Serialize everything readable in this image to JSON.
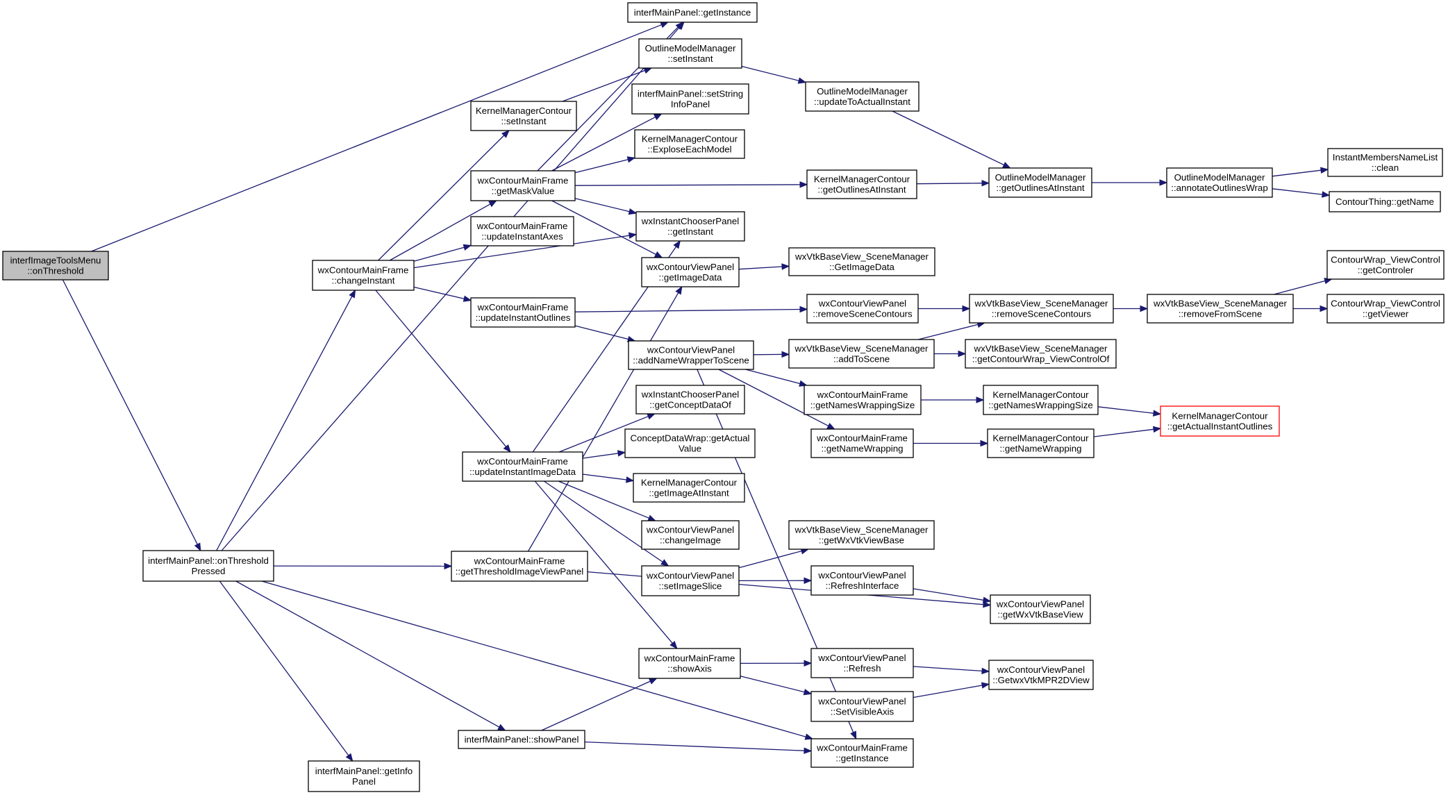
{
  "nodes": [
    {
      "id": "iitm_onthreshold",
      "lines": [
        "interfImageToolsMenu",
        "::onThreshold"
      ],
      "style": "root"
    },
    {
      "id": "imp_getinstance",
      "lines": [
        "interfMainPanel::getInstance"
      ]
    },
    {
      "id": "imp_onthresholdpressed",
      "lines": [
        "interfMainPanel::onThreshold",
        "Pressed"
      ]
    },
    {
      "id": "imp_getinfopanel",
      "lines": [
        "interfMainPanel::getInfo",
        "Panel"
      ]
    },
    {
      "id": "imp_showpanel",
      "lines": [
        "interfMainPanel::showPanel"
      ]
    },
    {
      "id": "imp_setstringinfopanel",
      "lines": [
        "interfMainPanel::setString",
        "InfoPanel"
      ]
    },
    {
      "id": "kmc_setinstant",
      "lines": [
        "KernelManagerContour",
        "::setInstant"
      ]
    },
    {
      "id": "kmc_exploseeachmodel",
      "lines": [
        "KernelManagerContour",
        "::ExploseEachModel"
      ]
    },
    {
      "id": "kmc_getoutlinesatinstant",
      "lines": [
        "KernelManagerContour",
        "::getOutlinesAtInstant"
      ]
    },
    {
      "id": "kmc_getnameswrappingsize",
      "lines": [
        "KernelManagerContour",
        "::getNamesWrappingSize"
      ]
    },
    {
      "id": "kmc_getnamewrapping",
      "lines": [
        "KernelManagerContour",
        "::getNameWrapping"
      ]
    },
    {
      "id": "kmc_getactualinstantoutlines",
      "lines": [
        "KernelManagerContour",
        "::getActualInstantOutlines"
      ],
      "style": "trunc"
    },
    {
      "id": "kmc_getimageatinstant",
      "lines": [
        "KernelManagerContour",
        "::getImageAtInstant"
      ]
    },
    {
      "id": "omm_setinstant",
      "lines": [
        "OutlineModelManager",
        "::setInstant"
      ]
    },
    {
      "id": "omm_updatetoactualinstant",
      "lines": [
        "OutlineModelManager",
        "::updateToActualInstant"
      ]
    },
    {
      "id": "omm_getoutlinesatinstant",
      "lines": [
        "OutlineModelManager",
        "::getOutlinesAtInstant"
      ]
    },
    {
      "id": "omm_annotateoutlineswrap",
      "lines": [
        "OutlineModelManager",
        "::annotateOutlinesWrap"
      ]
    },
    {
      "id": "imnl_clean",
      "lines": [
        "InstantMembersNameList",
        "::clean"
      ]
    },
    {
      "id": "ct_getname",
      "lines": [
        "ContourThing::getName"
      ]
    },
    {
      "id": "cmf_getmaskvalue",
      "lines": [
        "wxContourMainFrame",
        "::getMaskValue"
      ]
    },
    {
      "id": "cmf_updateinstantaxes",
      "lines": [
        "wxContourMainFrame",
        "::updateInstantAxes"
      ]
    },
    {
      "id": "cmf_changeinstant",
      "lines": [
        "wxContourMainFrame",
        "::changeInstant"
      ]
    },
    {
      "id": "cmf_updateinstantoutlines",
      "lines": [
        "wxContourMainFrame",
        "::updateInstantOutlines"
      ]
    },
    {
      "id": "cmf_updateinstantimagedata",
      "lines": [
        "wxContourMainFrame",
        "::updateInstantImageData"
      ]
    },
    {
      "id": "cmf_getthresholdimageviewpanel",
      "lines": [
        "wxContourMainFrame",
        "::getThresholdImageViewPanel"
      ]
    },
    {
      "id": "cmf_showaxis",
      "lines": [
        "wxContourMainFrame",
        "::showAxis"
      ]
    },
    {
      "id": "cmf_getinstance",
      "lines": [
        "wxContourMainFrame",
        "::getInstance"
      ]
    },
    {
      "id": "cmf_getnameswrappingsize",
      "lines": [
        "wxContourMainFrame",
        "::getNamesWrappingSize"
      ]
    },
    {
      "id": "cmf_getnamewrapping",
      "lines": [
        "wxContourMainFrame",
        "::getNameWrapping"
      ]
    },
    {
      "id": "icp_getinstant",
      "lines": [
        "wxInstantChooserPanel",
        "::getInstant"
      ]
    },
    {
      "id": "icp_getconceptdataof",
      "lines": [
        "wxInstantChooserPanel",
        "::getConceptDataOf"
      ]
    },
    {
      "id": "cdw_getactualvalue",
      "lines": [
        "ConceptDataWrap::getActual",
        "Value"
      ]
    },
    {
      "id": "cvp_getimagedata",
      "lines": [
        "wxContourViewPanel",
        "::getImageData"
      ]
    },
    {
      "id": "cvp_removescenecontours",
      "lines": [
        "wxContourViewPanel",
        "::removeSceneContours"
      ]
    },
    {
      "id": "cvp_addnamewrappertoscene",
      "lines": [
        "wxContourViewPanel",
        "::addNameWrapperToScene"
      ]
    },
    {
      "id": "cvp_changeimage",
      "lines": [
        "wxContourViewPanel",
        "::changeImage"
      ]
    },
    {
      "id": "cvp_setimageslice",
      "lines": [
        "wxContourViewPanel",
        "::setImageSlice"
      ]
    },
    {
      "id": "cvp_refreshinterface",
      "lines": [
        "wxContourViewPanel",
        "::RefreshInterface"
      ]
    },
    {
      "id": "cvp_getwxvtkbaseview",
      "lines": [
        "wxContourViewPanel",
        "::getWxVtkBaseView"
      ]
    },
    {
      "id": "cvp_refresh",
      "lines": [
        "wxContourViewPanel",
        "::Refresh"
      ]
    },
    {
      "id": "cvp_setvisibleaxis",
      "lines": [
        "wxContourViewPanel",
        "::SetVisibleAxis"
      ]
    },
    {
      "id": "cvp_getwxvtkmpr2dview",
      "lines": [
        "wxContourViewPanel",
        "::GetwxVtkMPR2DView"
      ]
    },
    {
      "id": "vbsm_getimagedata",
      "lines": [
        "wxVtkBaseView_SceneManager",
        "::GetImageData"
      ]
    },
    {
      "id": "vbsm_removescenecontours",
      "lines": [
        "wxVtkBaseView_SceneManager",
        "::removeSceneContours"
      ]
    },
    {
      "id": "vbsm_removefromscene",
      "lines": [
        "wxVtkBaseView_SceneManager",
        "::removeFromScene"
      ]
    },
    {
      "id": "vbsm_addtoscene",
      "lines": [
        "wxVtkBaseView_SceneManager",
        "::addToScene"
      ]
    },
    {
      "id": "vbsm_getcontourwrapviewcontrolof",
      "lines": [
        "wxVtkBaseView_SceneManager",
        "::getContourWrap_ViewControlOf"
      ]
    },
    {
      "id": "vbsm_getwxvtkviewbase",
      "lines": [
        "wxVtkBaseView_SceneManager",
        "::getWxVtkViewBase"
      ]
    },
    {
      "id": "cwvc_getcontroler",
      "lines": [
        "ContourWrap_ViewControl",
        "::getControler"
      ]
    },
    {
      "id": "cwvc_getviewer",
      "lines": [
        "ContourWrap_ViewControl",
        "::getViewer"
      ]
    }
  ],
  "edges": [
    [
      "iitm_onthreshold",
      "imp_getinstance"
    ],
    [
      "iitm_onthreshold",
      "imp_onthresholdpressed"
    ],
    [
      "imp_onthresholdpressed",
      "imp_getinstance"
    ],
    [
      "imp_onthresholdpressed",
      "cmf_changeinstant"
    ],
    [
      "imp_onthresholdpressed",
      "cmf_getthresholdimageviewpanel"
    ],
    [
      "imp_onthresholdpressed",
      "cmf_getinstance"
    ],
    [
      "imp_onthresholdpressed",
      "imp_showpanel"
    ],
    [
      "imp_onthresholdpressed",
      "imp_getinfopanel"
    ],
    [
      "cmf_changeinstant",
      "kmc_setinstant"
    ],
    [
      "cmf_changeinstant",
      "cmf_getmaskvalue"
    ],
    [
      "cmf_changeinstant",
      "cmf_updateinstantaxes"
    ],
    [
      "cmf_changeinstant",
      "icp_getinstant"
    ],
    [
      "cmf_changeinstant",
      "cmf_updateinstantoutlines"
    ],
    [
      "cmf_changeinstant",
      "cmf_updateinstantimagedata"
    ],
    [
      "kmc_setinstant",
      "omm_setinstant"
    ],
    [
      "omm_setinstant",
      "omm_updatetoactualinstant"
    ],
    [
      "omm_updatetoactualinstant",
      "omm_getoutlinesatinstant"
    ],
    [
      "cmf_getmaskvalue",
      "imp_getinstance"
    ],
    [
      "cmf_getmaskvalue",
      "imp_setstringinfopanel"
    ],
    [
      "cmf_getmaskvalue",
      "kmc_exploseeachmodel"
    ],
    [
      "cmf_getmaskvalue",
      "kmc_getoutlinesatinstant"
    ],
    [
      "cmf_getmaskvalue",
      "icp_getinstant"
    ],
    [
      "cmf_getmaskvalue",
      "cvp_getimagedata"
    ],
    [
      "kmc_getoutlinesatinstant",
      "omm_getoutlinesatinstant"
    ],
    [
      "omm_getoutlinesatinstant",
      "omm_annotateoutlineswrap"
    ],
    [
      "omm_annotateoutlineswrap",
      "imnl_clean"
    ],
    [
      "omm_annotateoutlineswrap",
      "ct_getname"
    ],
    [
      "cvp_getimagedata",
      "vbsm_getimagedata"
    ],
    [
      "cmf_updateinstantoutlines",
      "cvp_removescenecontours"
    ],
    [
      "cmf_updateinstantoutlines",
      "cvp_addnamewrappertoscene"
    ],
    [
      "cvp_removescenecontours",
      "vbsm_removescenecontours"
    ],
    [
      "vbsm_removescenecontours",
      "vbsm_removefromscene"
    ],
    [
      "vbsm_removefromscene",
      "cwvc_getcontroler"
    ],
    [
      "vbsm_removefromscene",
      "cwvc_getviewer"
    ],
    [
      "cvp_addnamewrappertoscene",
      "vbsm_addtoscene"
    ],
    [
      "cvp_addnamewrappertoscene",
      "cmf_getnameswrappingsize"
    ],
    [
      "cvp_addnamewrappertoscene",
      "cmf_getnamewrapping"
    ],
    [
      "cvp_addnamewrappertoscene",
      "cmf_getinstance"
    ],
    [
      "vbsm_addtoscene",
      "vbsm_removescenecontours"
    ],
    [
      "vbsm_addtoscene",
      "vbsm_getcontourwrapviewcontrolof"
    ],
    [
      "cmf_getnameswrappingsize",
      "kmc_getnameswrappingsize"
    ],
    [
      "cmf_getnamewrapping",
      "kmc_getnamewrapping"
    ],
    [
      "kmc_getnameswrappingsize",
      "kmc_getactualinstantoutlines"
    ],
    [
      "kmc_getnamewrapping",
      "kmc_getactualinstantoutlines"
    ],
    [
      "cmf_updateinstantimagedata",
      "icp_getinstant"
    ],
    [
      "cmf_updateinstantimagedata",
      "icp_getconceptdataof"
    ],
    [
      "cmf_updateinstantimagedata",
      "cdw_getactualvalue"
    ],
    [
      "cmf_updateinstantimagedata",
      "kmc_getimageatinstant"
    ],
    [
      "cmf_updateinstantimagedata",
      "cvp_changeimage"
    ],
    [
      "cmf_updateinstantimagedata",
      "cvp_setimageslice"
    ],
    [
      "cmf_updateinstantimagedata",
      "cmf_showaxis"
    ],
    [
      "cvp_setimageslice",
      "vbsm_getwxvtkviewbase"
    ],
    [
      "cvp_setimageslice",
      "cvp_refreshinterface"
    ],
    [
      "cvp_refreshinterface",
      "cvp_getwxvtkbaseview"
    ],
    [
      "cmf_getthresholdimageviewpanel",
      "cvp_getimagedata"
    ],
    [
      "cmf_getthresholdimageviewpanel",
      "cvp_getwxvtkbaseview"
    ],
    [
      "cmf_showaxis",
      "cvp_refresh"
    ],
    [
      "cmf_showaxis",
      "cvp_setvisibleaxis"
    ],
    [
      "cvp_refresh",
      "cvp_getwxvtkmpr2dview"
    ],
    [
      "cvp_setvisibleaxis",
      "cvp_getwxvtkmpr2dview"
    ],
    [
      "imp_showpanel",
      "cmf_showaxis"
    ],
    [
      "imp_showpanel",
      "cmf_getinstance"
    ]
  ],
  "colors": {
    "edge": "#191970",
    "node_border": "#000000",
    "node_fill": "#ffffff",
    "root_fill": "#bfbfbf",
    "truncated_border": "#ff0000"
  }
}
